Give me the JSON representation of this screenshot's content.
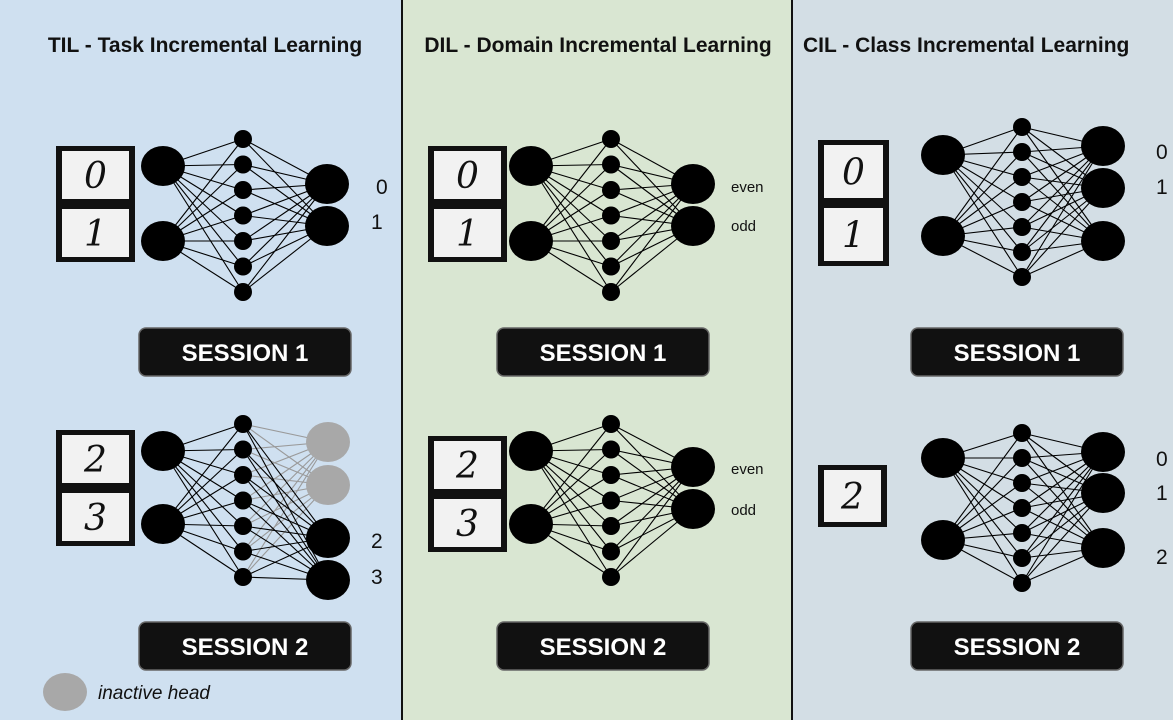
{
  "panels": [
    {
      "id": "til",
      "title": "TIL - Task Incremental Learning"
    },
    {
      "id": "dil",
      "title": "DIL - Domain Incremental Learning"
    },
    {
      "id": "cil",
      "title": "CIL - Class Incremental Learning"
    }
  ],
  "sessions": {
    "session1": "SESSION 1",
    "session2": "SESSION 2"
  },
  "digits": {
    "d0": "0",
    "d1": "1",
    "d2": "2",
    "d3": "3"
  },
  "labels": {
    "even": "even",
    "odd": "odd"
  },
  "outputs": {
    "til_s1": [
      "0",
      "1"
    ],
    "til_s2": [
      "2",
      "3"
    ],
    "cil_s1": [
      "0",
      "1"
    ],
    "cil_s2": [
      "0",
      "1",
      "2"
    ]
  },
  "legend": {
    "inactive_head": "inactive head"
  },
  "colors": {
    "til_bg": "#cfe0f0",
    "dil_bg": "#d9e6d2",
    "cil_bg": "#d3dee5",
    "node": "#000000",
    "inactive_node": "#a8a8a8"
  }
}
